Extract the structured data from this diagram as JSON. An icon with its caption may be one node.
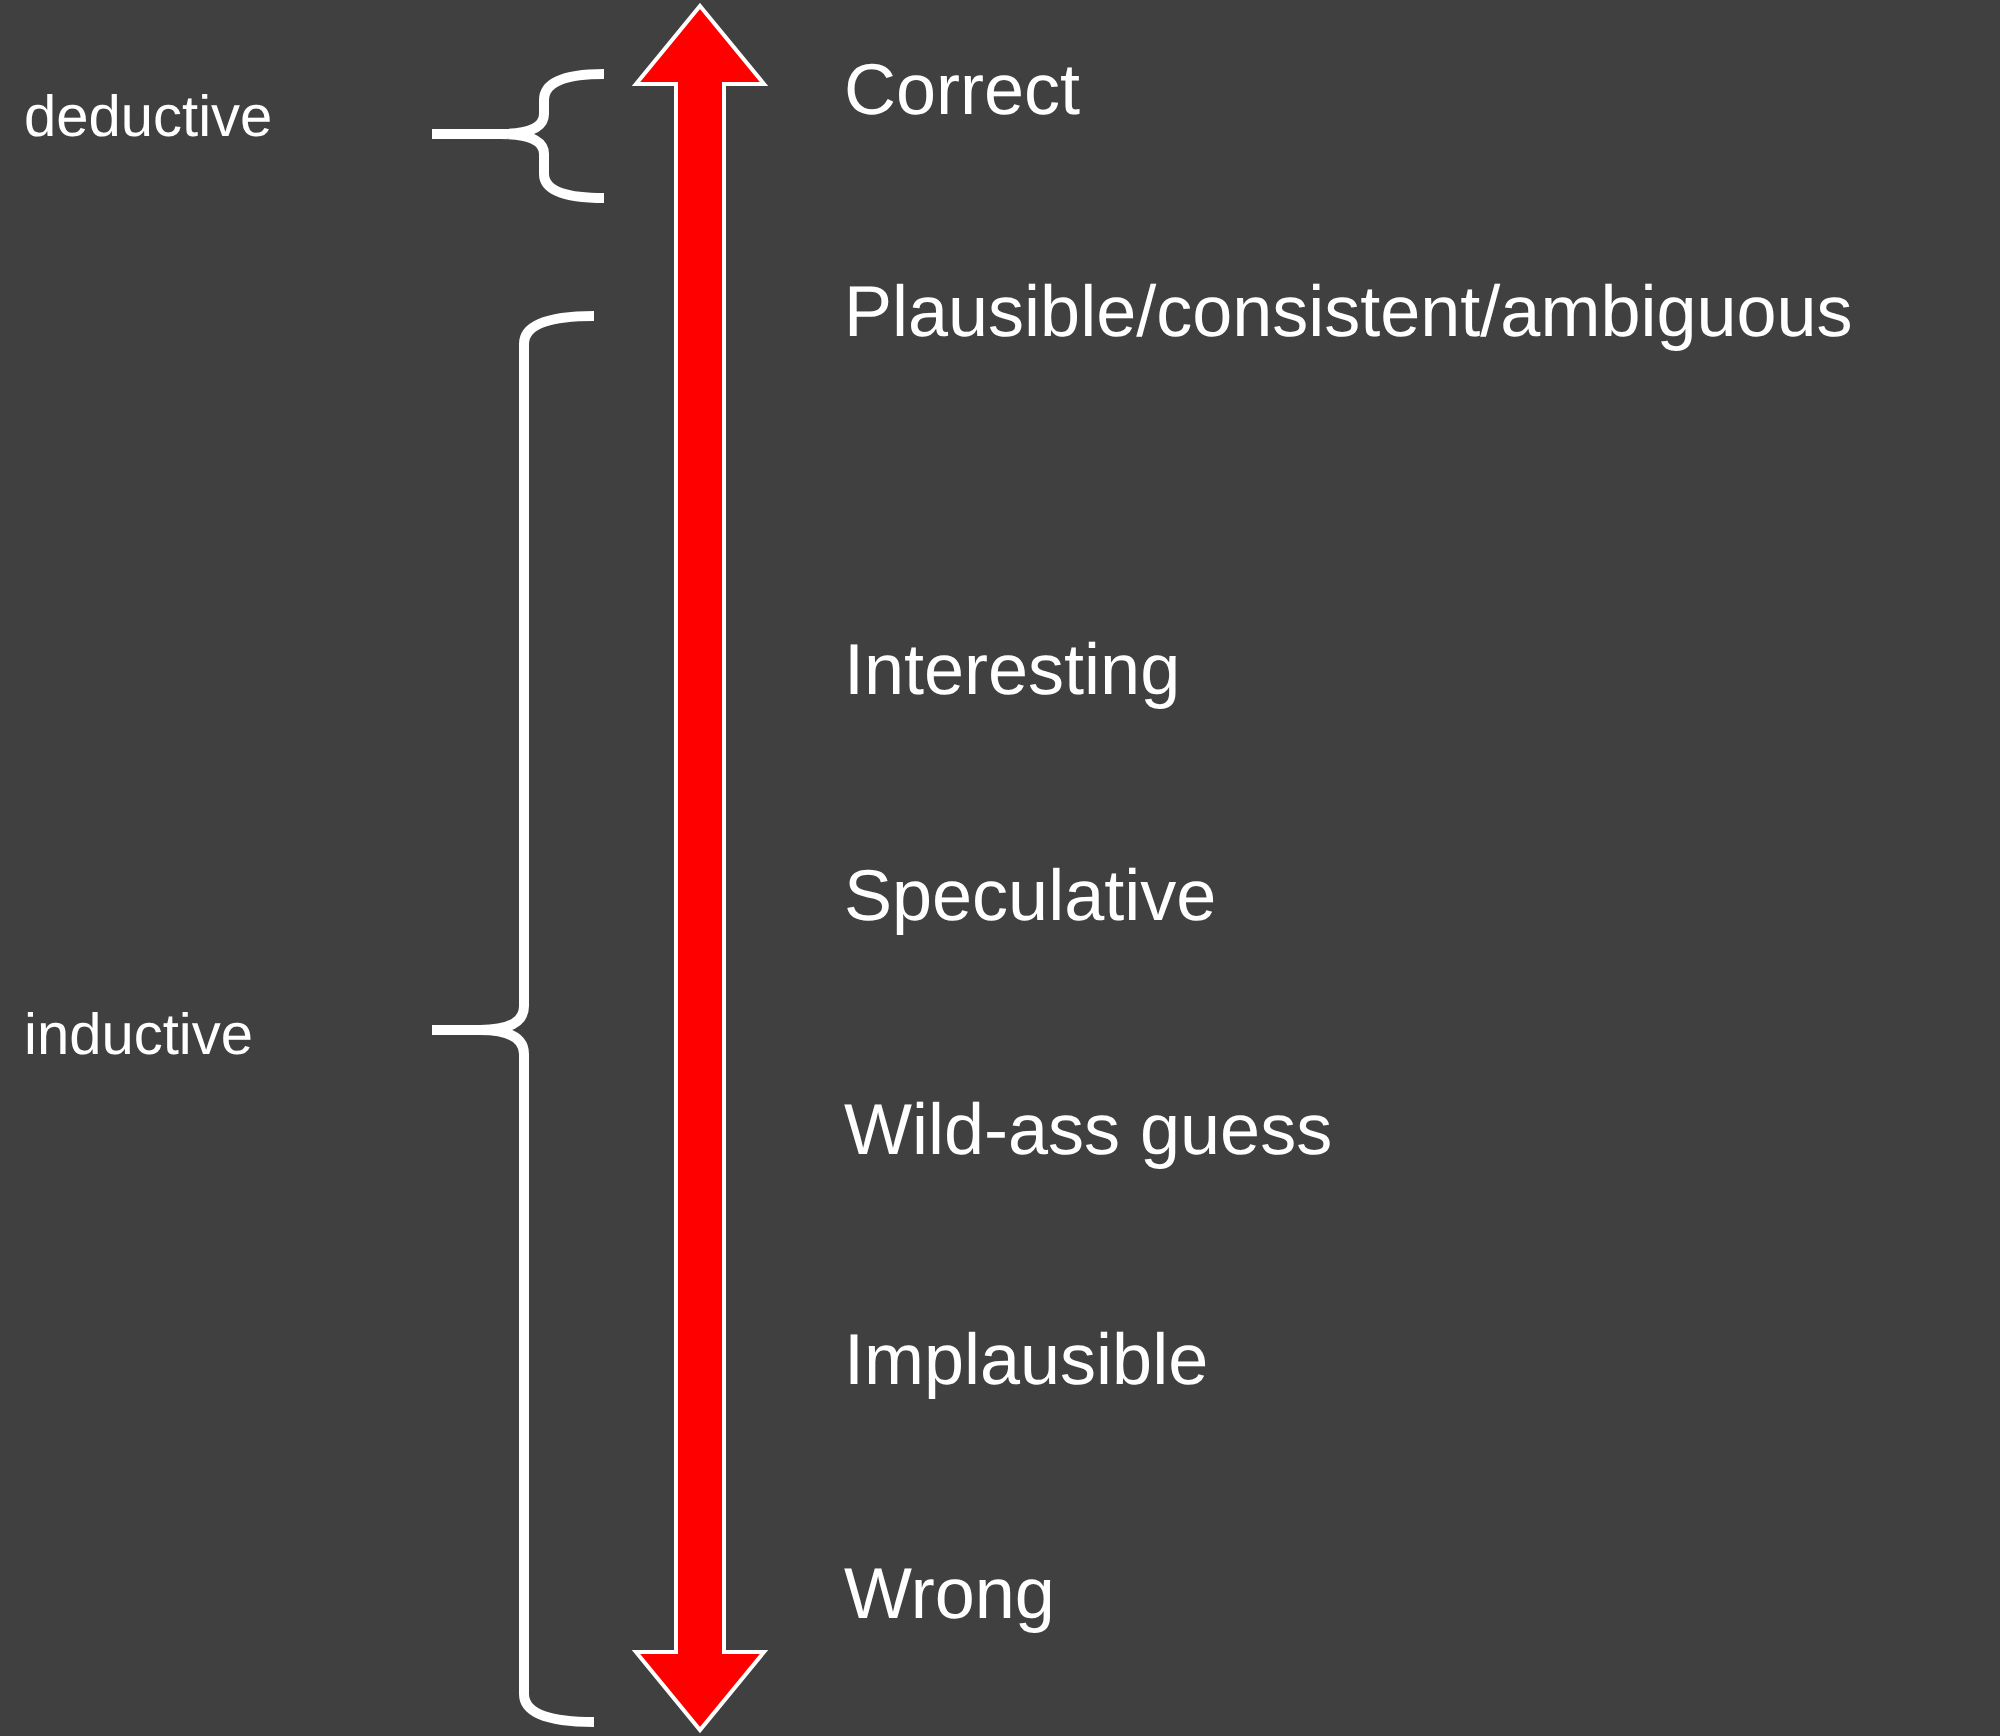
{
  "diagram": {
    "labels": [
      "deductive",
      "Correct",
      "Plausible/consistent/ambiguous",
      "Interesting",
      "Speculative",
      "inductive",
      "Wild-ass guess",
      "Implausible",
      "Wrong"
    ]
  }
}
